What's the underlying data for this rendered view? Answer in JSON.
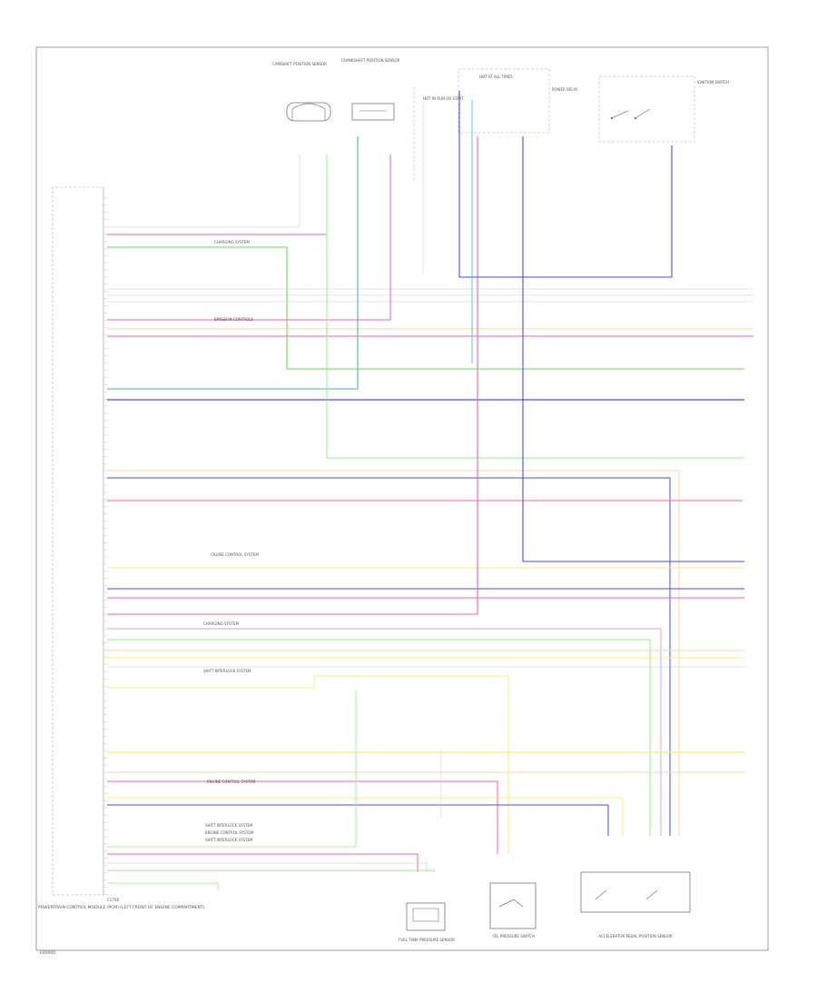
{
  "module_caption": "POWERTRAIN CONTROL MODULE (PCM) (LEFT FRONT OF ENGINE COMPARTMENT)",
  "footer_code": "E00000",
  "pin_bottom_label": "C175B",
  "top_components": [
    {
      "id": "cas",
      "label": "CAMSHAFT POSITION SENSOR"
    },
    {
      "id": "cmp",
      "label": "CRANKSHAFT POSITION SENSOR"
    },
    {
      "id": "hot1",
      "label": "HOT IN RUN OR START"
    },
    {
      "id": "hot2",
      "label": "HOT AT ALL TIMES"
    },
    {
      "id": "relay",
      "label": "POWER RELAY"
    },
    {
      "id": "sw",
      "label": "IGNITION SWITCH"
    }
  ],
  "bottom_components": [
    {
      "id": "ftp",
      "label": "FUEL TANK PRESSURE SENSOR"
    },
    {
      "id": "ops",
      "label": "OIL PRESSURE SWITCH"
    },
    {
      "id": "app",
      "label": "ACCELERATOR PEDAL POSITION SENSOR"
    }
  ],
  "notes": [
    "CHARGING SYSTEM",
    "EMISSION CONTROLS",
    "CRUISE CONTROL SYSTEM",
    "CHARGING SYSTEM",
    "SHIFT INTERLOCK SYSTEM",
    "ENGINE CONTROL SYSTEM",
    "SHIFT INTERLOCK SYSTEM",
    "ENGINE CONTROL SYSTEM",
    "SHIFT INTERLOCK SYSTEM"
  ],
  "wire_colors": {
    "pink": "#ff5ca8",
    "green": "#66dd55",
    "blue": "#4a4aff",
    "yellow": "#f5f07a",
    "orange": "#f5d9a8",
    "lightgreen": "#99ee88",
    "violet": "#c9a6f0",
    "teal": "#44bbaa",
    "gray": "#c8c8c8"
  }
}
